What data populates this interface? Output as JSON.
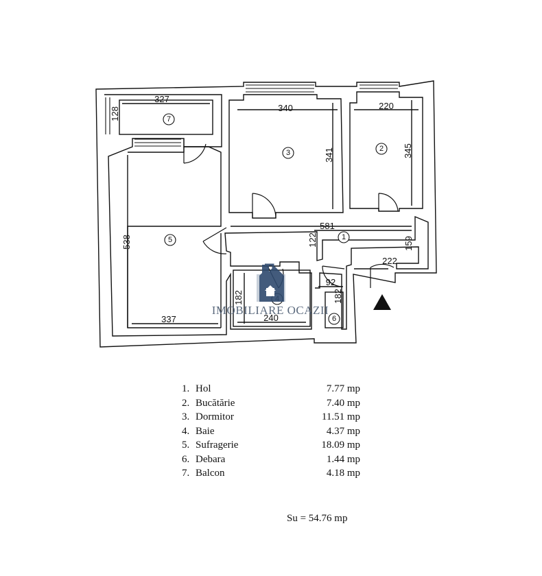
{
  "dimensions": {
    "balcony_width": "327",
    "balcony_depth": "128",
    "bedroom_width": "340",
    "bedroom_depth": "341",
    "kitchen_width": "220",
    "kitchen_depth": "345",
    "living_depth": "538",
    "living_width": "337",
    "hall_length": "581",
    "hall_width": "122",
    "entry_width": "222",
    "entry_depth": "159",
    "storage_width": "92",
    "storage_depth": "182",
    "bath_depth": "182",
    "bath_width": "240"
  },
  "room_markers": {
    "hol": "1",
    "bucatarie": "2",
    "dormitor": "3",
    "baie": "4",
    "sufragerie": "5",
    "debara": "6",
    "balcon": "7"
  },
  "watermark": {
    "text": "IMOBILIARE OCAZII",
    "icon": "house-logo-icon",
    "color": "#2f4a6e"
  },
  "entrance_icon": "triangle-up-icon",
  "legend": [
    {
      "number": "1.",
      "name": "Hol",
      "area": "7.77 mp"
    },
    {
      "number": "2.",
      "name": "Bucătărie",
      "area": "7.40 mp"
    },
    {
      "number": "3.",
      "name": "Dormitor",
      "area": "11.51 mp"
    },
    {
      "number": "4.",
      "name": "Baie",
      "area": "4.37 mp"
    },
    {
      "number": "5.",
      "name": "Sufragerie",
      "area": "18.09 mp"
    },
    {
      "number": "6.",
      "name": "Debara",
      "area": "1.44 mp"
    },
    {
      "number": "7.",
      "name": "Balcon",
      "area": "4.18 mp"
    }
  ],
  "total": "Su = 54.76 mp"
}
